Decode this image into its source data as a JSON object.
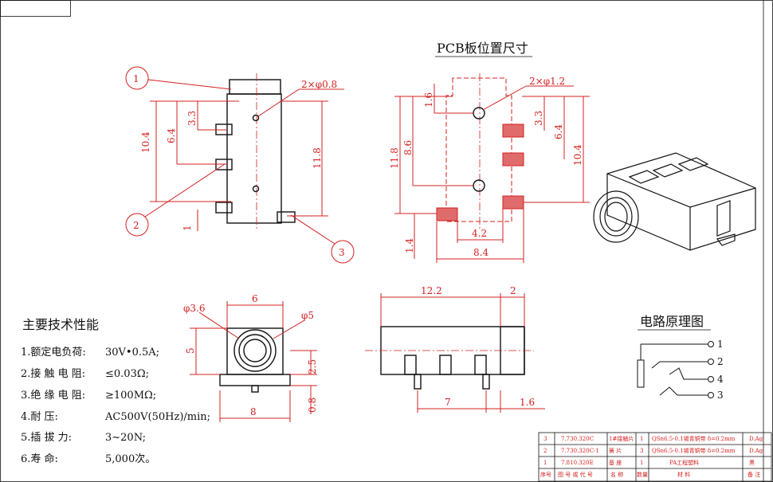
{
  "titles": {
    "pcb": "PCB板位置尺寸",
    "circuit": "电路原理图",
    "specs_heading": "主要技术性能"
  },
  "specs": [
    {
      "label": "1.额定电负荷:",
      "value": "30V•0.5A;"
    },
    {
      "label": "2.接 触 电 阻:",
      "value": "≤0.03Ω;"
    },
    {
      "label": "3.绝 缘 电 阻:",
      "value": "≥100MΩ;"
    },
    {
      "label": "4.耐       压:",
      "value": "AC500V(50Hz)/min;"
    },
    {
      "label": "5.插  拔   力:",
      "value": "3~20N;"
    },
    {
      "label": "6.寿       命:",
      "value": "5,000次。"
    }
  ],
  "callouts": [
    "1",
    "2",
    "3"
  ],
  "side_view": {
    "dims": {
      "d1": "10.4",
      "d2": "6.4",
      "d3": "3.3",
      "d4": "11.8",
      "d5": "1",
      "holes": "2×φ0.8"
    }
  },
  "pcb_view": {
    "dims": {
      "h1": "11.8",
      "h2": "8.6",
      "h3": "1.6",
      "h4": "3.3",
      "h5": "6.4",
      "h6": "10.4",
      "w1": "4.2",
      "w2": "8.4",
      "w3": "1.4",
      "holes": "2×φ1.2"
    }
  },
  "front_view": {
    "dims": {
      "d1": "φ3.6",
      "d2": "6",
      "d3": "φ5",
      "d4": "5",
      "d5": "2.5",
      "d6": "8",
      "d7": "0.8"
    }
  },
  "bottom_view": {
    "dims": {
      "d1": "12.2",
      "d2": "2",
      "d3": "7",
      "d4": "1.6"
    }
  },
  "circuit_pins": [
    "1",
    "2",
    "4",
    "3"
  ],
  "bom": {
    "rows": [
      [
        "3",
        "7.730.320C",
        "1#接触片",
        "1",
        "QSn6.5-0.1锡青铜带 δ=0.2mm",
        "D.Ag"
      ],
      [
        "2",
        "7.730.320C-1",
        "簧 片",
        "3",
        "QSn6.5-0.1锡青铜带 δ=0.2mm",
        "D.Ag"
      ],
      [
        "1",
        "7.810.320E",
        "基 座",
        "1",
        "PA工程塑料",
        "黑"
      ]
    ],
    "header": [
      "序号",
      "图 号 或 代 号",
      "名 称",
      "数量",
      "材      料",
      "备 注"
    ]
  }
}
